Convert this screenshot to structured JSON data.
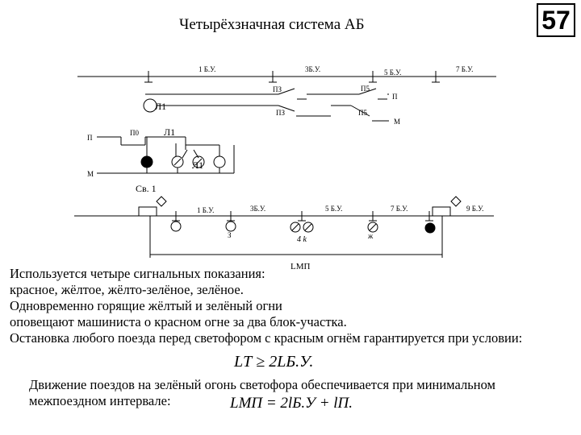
{
  "header": {
    "title": "Четырёхзначная система АБ",
    "page_number": "57"
  },
  "diagram": {
    "top_blocks": [
      "1 Б.У.",
      "3Б.У.",
      "5 Б.У.",
      "7 Б.У."
    ],
    "relays": {
      "p3_upper": "ПЗ",
      "p5_upper": "П5",
      "p3_lower": "ПЗ",
      "p5_lower": "П5"
    },
    "bus_p": "П",
    "bus_m": "М",
    "lamp_l1": "Л1",
    "left_p": "П",
    "p0": "П0",
    "l1_mid": "Л1",
    "l1_low": "Л1",
    "left_m": "М",
    "signal_label": "Св. 1",
    "track_blocks": [
      "1 Б.У.",
      "3Б.У.",
      "5 Б.У.",
      "7 Б.У.",
      "9 Б.У."
    ],
    "label_z": "З",
    "label_4k": "4 k",
    "label_zh": "ж",
    "interval_label": "LМП"
  },
  "text": {
    "lines": [
      "Используется четыре сигнальных показания:",
      "красное, жёлтое, жёлто-зелёное, зелёное.",
      "Одновременно горящие жёлтый и зелёный огни",
      "оповещают машиниста о красном огне за два блок-участка.",
      "Остановка любого поезда перед светофором с красным огнём гарантируется при условии:"
    ],
    "condition": "LТ ≥ 2LБ.У.",
    "lines2": [
      "Движение поездов на зелёный огонь светофора обеспечивается при минимальном",
      "межпоездном интервале:"
    ],
    "formula": "LМП = 2lБ.У + lП."
  }
}
